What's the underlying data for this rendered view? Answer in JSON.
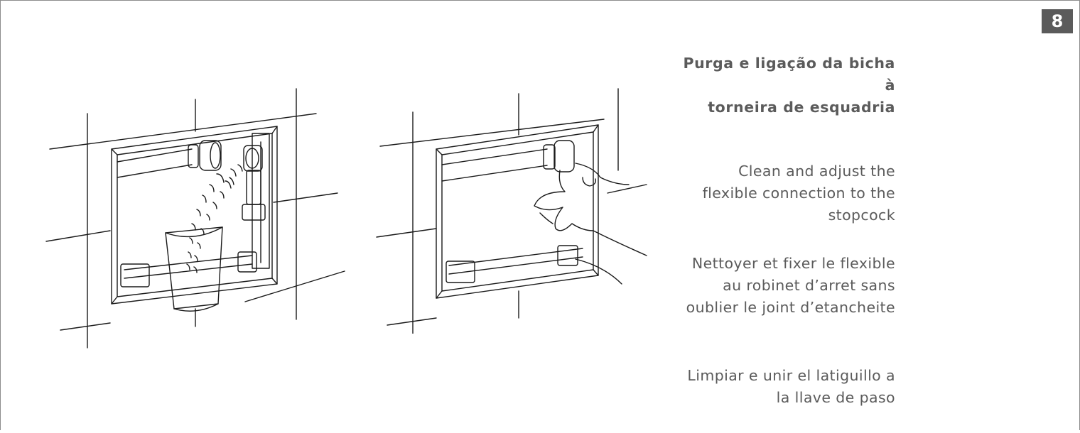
{
  "step_number": "8",
  "portuguese_title_lines": [
    "Purga e ligação da bicha à",
    "torneira de esquadria"
  ],
  "english_lines": [
    "Clean and adjust the",
    "flexible connection to the",
    "stopcock"
  ],
  "french_lines": [
    "Nettoyer et fixer le flexible",
    "au robinet d’arret sans",
    "oublier le joint d’etancheite"
  ],
  "spanish_lines": [
    "Limpiar e unir el latiguillo a",
    "la llave de paso"
  ],
  "colors": {
    "text": "#5b5b5b",
    "badge_bg": "#5b5b5b",
    "badge_text": "#ffffff",
    "line": "#1a1a1a"
  }
}
